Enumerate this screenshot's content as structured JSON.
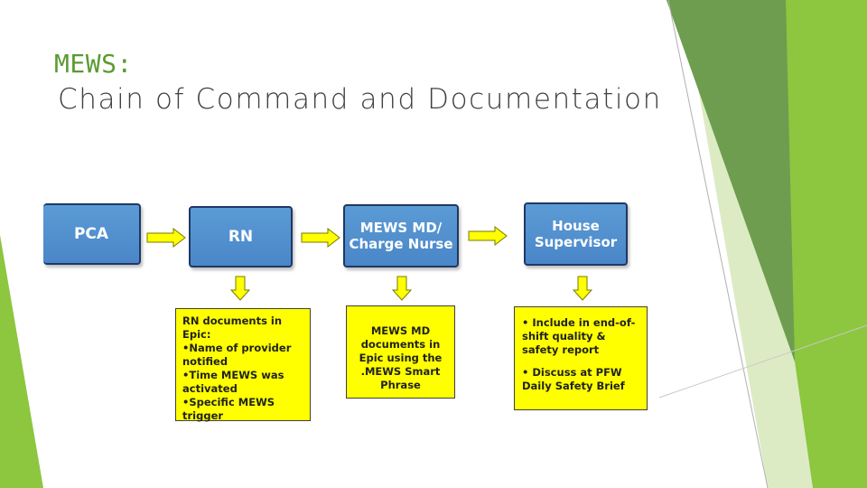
{
  "slide": {
    "title_line1": "MEWS:",
    "title_line2": "Chain of Command and Documentation"
  },
  "flow": {
    "pca": "PCA",
    "rn": "RN",
    "mews_md_line1": "MEWS MD/",
    "mews_md_line2": "Charge Nurse",
    "house_line1": "House",
    "house_line2": "Supervisor"
  },
  "notes": {
    "rn_header": "RN documents in Epic:",
    "rn_items": [
      "•Name of provider notified",
      "•Time MEWS was activated",
      "•Specific MEWS trigger"
    ],
    "md_text": "MEWS MD documents in Epic using the .MEWS Smart Phrase",
    "house_items": [
      "•  Include in end-of-shift quality & safety report",
      "•  Discuss at PFW Daily Safety Brief"
    ]
  },
  "colors": {
    "box_blue": "#5b9bd5",
    "note_yellow": "#ffff00",
    "title_green": "#5a9b2f",
    "accent_green": "#8dc63f"
  }
}
